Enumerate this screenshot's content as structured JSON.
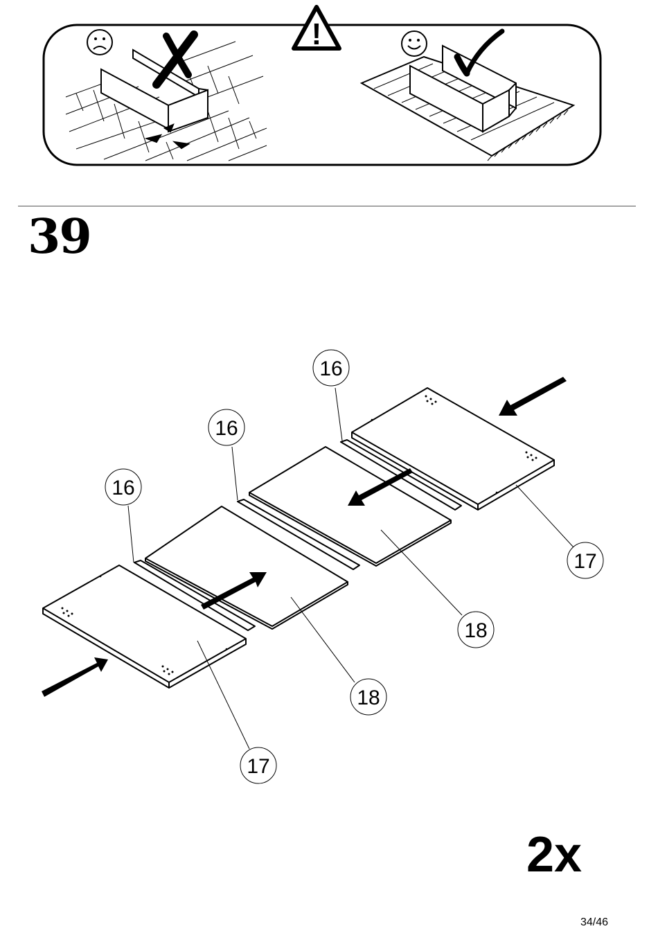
{
  "warning": {
    "symbol": "!",
    "bad_example": {
      "face": "sad-face-icon",
      "mark": "cross-mark-icon"
    },
    "good_example": {
      "face": "happy-face-icon",
      "mark": "check-mark-icon"
    }
  },
  "step": {
    "number": "39"
  },
  "callouts": {
    "c16a": "16",
    "c16b": "16",
    "c16c": "16",
    "c17a": "17",
    "c17b": "17",
    "c18a": "18",
    "c18b": "18"
  },
  "quantity": "2x",
  "page_number": "34/46",
  "colors": {
    "ink": "#000000",
    "paper": "#ffffff",
    "rule": "#555555"
  }
}
